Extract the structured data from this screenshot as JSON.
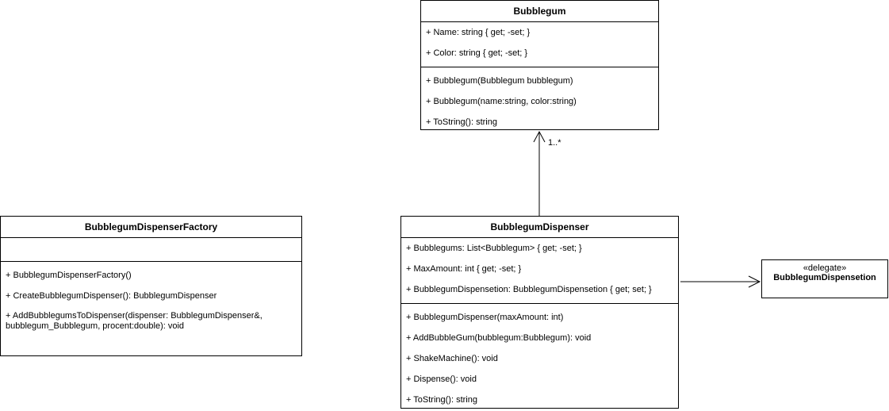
{
  "bubblegum": {
    "title": "Bubblegum",
    "attributes": [
      "+ Name: string { get; -set; }",
      "+ Color: string { get; -set; }"
    ],
    "operations": [
      "+ Bubblegum(Bubblegum bubblegum)",
      "+ Bubblegum(name:string, color:string)",
      "+ ToString(): string"
    ]
  },
  "factory": {
    "title": "BubblegumDispenserFactory",
    "operations": [
      "+ BubblegumDispenserFactory()",
      "+ CreateBubblegumDispenser(): BubblegumDispenser"
    ],
    "operation_long": "+ AddBubblegumsToDispenser(dispenser: BubblegumDispenser&, bubblegum_Bubblegum, procent:double): void"
  },
  "dispenser": {
    "title": "BubblegumDispenser",
    "attributes": [
      "+ Bubblegums: List<Bubblegum> { get; -set; }",
      "+ MaxAmount: int { get; -set; }",
      "+ BubblegumDispensetion: BubblegumDispensetion { get; set; }"
    ],
    "operations": [
      "+ BubblegumDispenser(maxAmount: int)",
      "+ AddBubbleGum(bubblegum:Bubblegum): void",
      "+ ShakeMachine(): void",
      "+ Dispense(): void",
      "+ ToString(): string"
    ]
  },
  "delegate": {
    "stereotype": "«delegate»",
    "name": "BubblegumDispensetion"
  },
  "association": {
    "multiplicity": "1..*"
  }
}
